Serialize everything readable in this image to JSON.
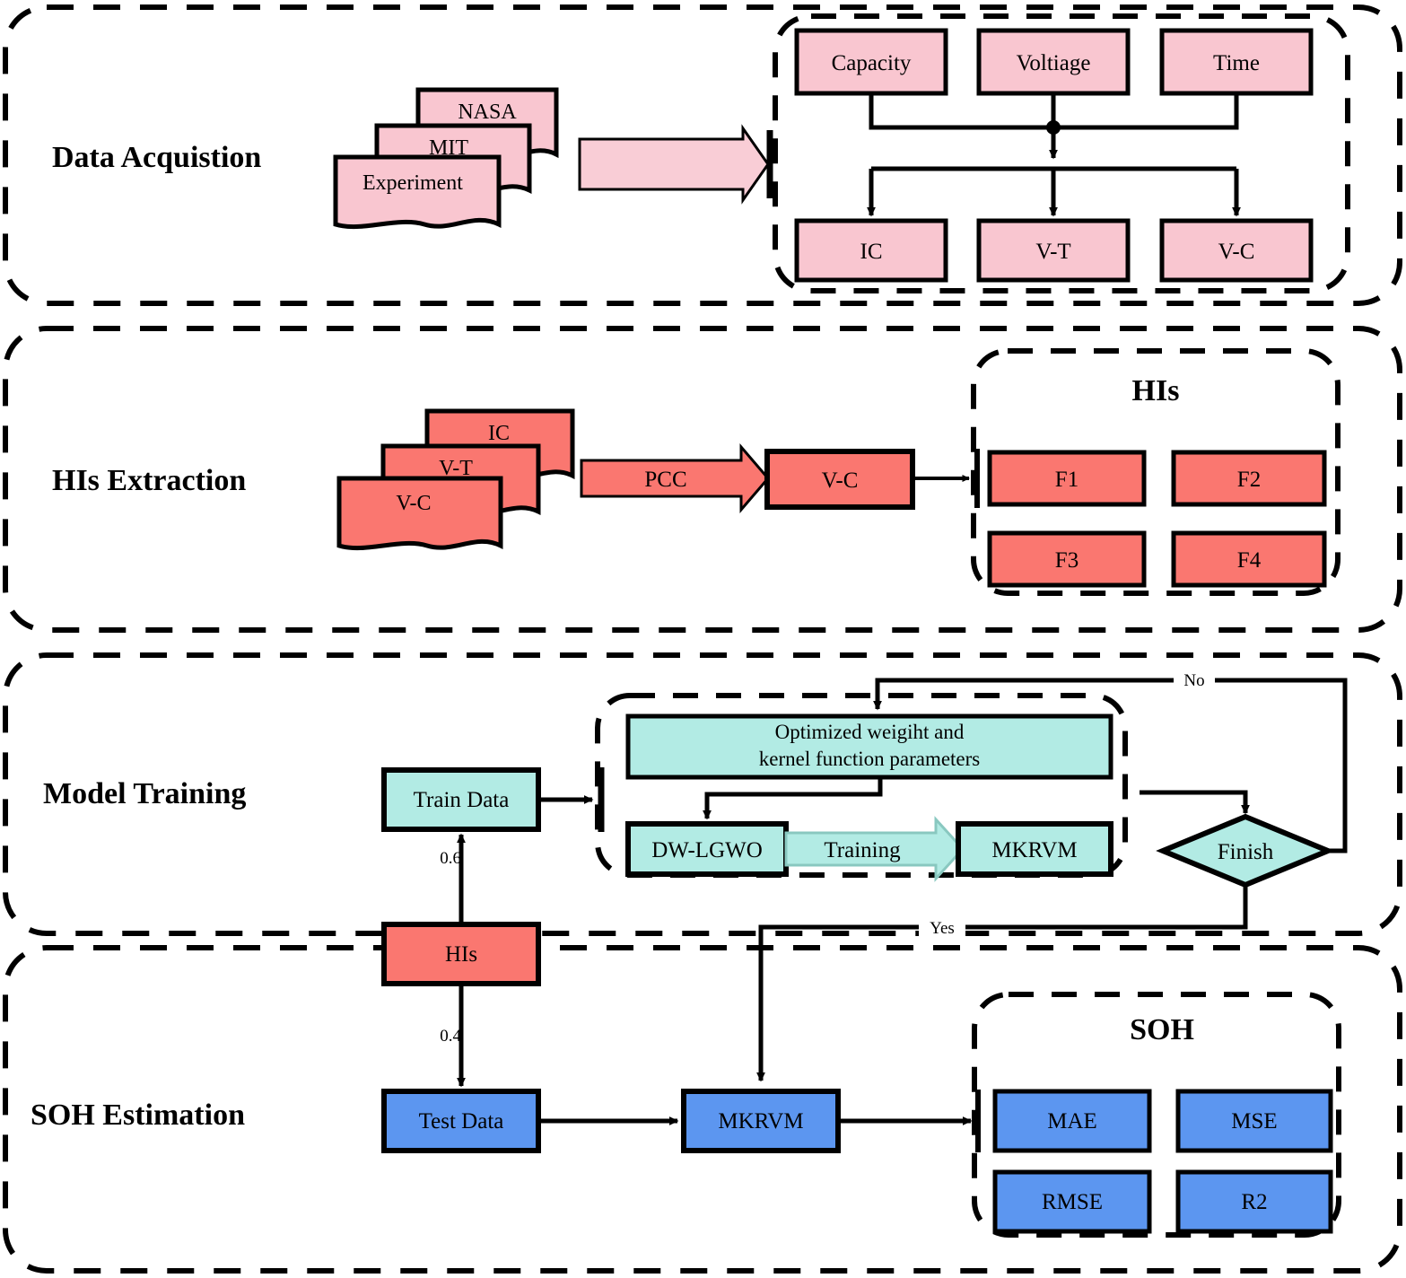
{
  "colors": {
    "pink": "#F9C6D0",
    "salmon": "#FA7770",
    "teal": "#B2EBE4",
    "blue": "#5C96F0",
    "stroke": "#000000",
    "background": "#FFFFFF"
  },
  "sections": [
    {
      "id": "data-acquisition",
      "title": "Data Acquistion"
    },
    {
      "id": "his-extraction",
      "title": "HIs Extraction"
    },
    {
      "id": "model-training",
      "title": "Model Training"
    },
    {
      "id": "soh-estimation",
      "title": "SOH Estimation"
    }
  ],
  "data_acquisition": {
    "sources": [
      {
        "label": "NASA"
      },
      {
        "label": "MIT"
      },
      {
        "label": "Experiment"
      }
    ],
    "signals": [
      {
        "label": "Capacity"
      },
      {
        "label": "Voltiage"
      },
      {
        "label": "Time"
      }
    ],
    "derived": [
      {
        "label": "IC"
      },
      {
        "label": "V-T"
      },
      {
        "label": "V-C"
      }
    ]
  },
  "his_extraction": {
    "sources": [
      {
        "label": "IC"
      },
      {
        "label": "V-T"
      },
      {
        "label": "V-C"
      }
    ],
    "arrow_label": "PCC",
    "selected": "V-C",
    "group_title": "HIs",
    "features": [
      {
        "label": "F1"
      },
      {
        "label": "F2"
      },
      {
        "label": "F3"
      },
      {
        "label": "F4"
      }
    ]
  },
  "model_training": {
    "train_data": "Train Data",
    "split_train": "0.6",
    "optimizer_box": {
      "line1": "Optimized weigiht and",
      "line2": "kernel function parameters"
    },
    "algorithm": "DW-LGWO",
    "training_arrow": "Training",
    "model": "MKRVM",
    "decision": "Finish",
    "decision_no": "No",
    "decision_yes": "Yes"
  },
  "soh_estimation": {
    "his_box": "HIs",
    "split_test": "0.4",
    "test_data": "Test Data",
    "model": "MKRVM",
    "group_title": "SOH",
    "metrics": [
      {
        "label": "MAE"
      },
      {
        "label": "MSE"
      },
      {
        "label": "RMSE"
      },
      {
        "label": "R2"
      }
    ]
  }
}
